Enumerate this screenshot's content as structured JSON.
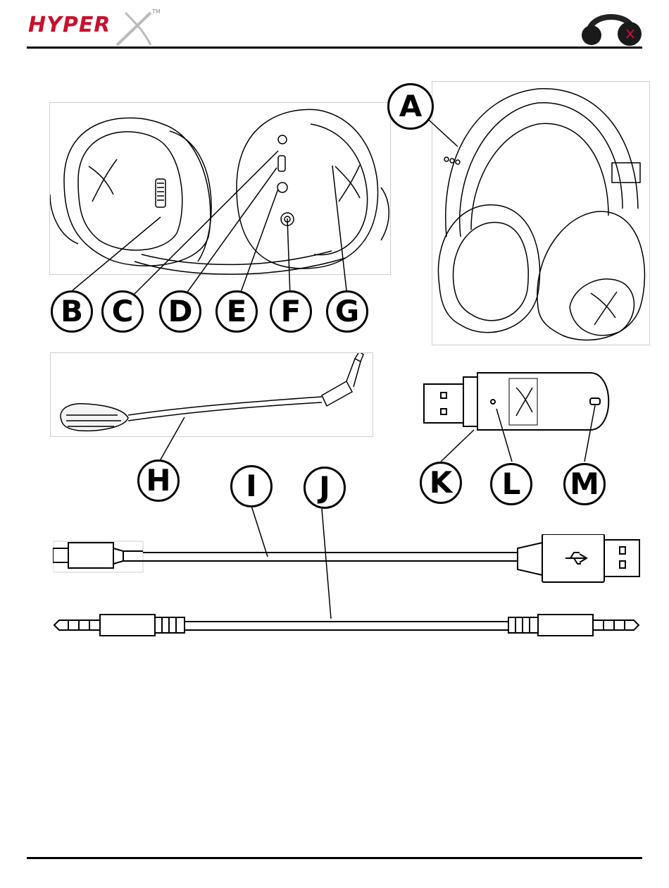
{
  "header": {
    "brand": "HYPER",
    "trademark": "TM",
    "brand_color": "#c8102e",
    "thumbnail_icon": "headset-thumbnail-icon"
  },
  "callouts": {
    "A": "A",
    "B": "B",
    "C": "C",
    "D": "D",
    "E": "E",
    "F": "F",
    "G": "G",
    "H": "H",
    "I": "I",
    "J": "J",
    "K": "K",
    "L": "L",
    "M": "M"
  },
  "colors": {
    "line": "#000000",
    "frame": "#cfcfcf",
    "accent": "#c8102e"
  }
}
